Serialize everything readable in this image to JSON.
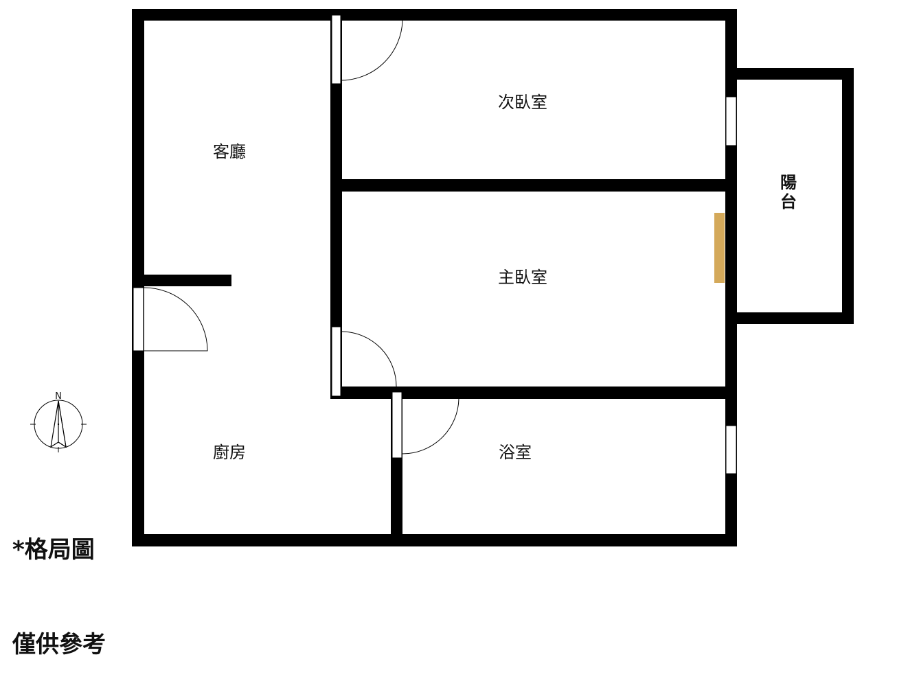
{
  "rooms": {
    "living_room": "客廳",
    "second_bedroom": "次臥室",
    "master_bedroom": "主臥室",
    "kitchen": "廚房",
    "bathroom": "浴室",
    "balcony_line1": "陽",
    "balcony_line2": "台"
  },
  "compass": {
    "north_label": "N"
  },
  "disclaimer": {
    "line1": "*格局圖",
    "line2": "僅供參考"
  },
  "colors": {
    "wall": "#000000",
    "window": "#ffffff",
    "closet": "#d4a95a",
    "background": "#ffffff"
  }
}
